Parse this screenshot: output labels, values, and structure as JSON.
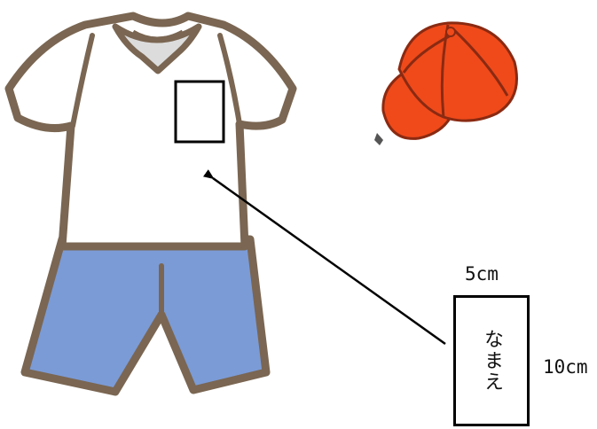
{
  "name_tag": {
    "text": "なまえ",
    "width_label": "5cm",
    "height_label": "10cm"
  },
  "colors": {
    "shirt": "#ffffff",
    "outline": "#7a6652",
    "shorts": "#7b9bd6",
    "cap": "#f04a1a",
    "cap_lines": "#8a2a12",
    "arrow": "#000000"
  }
}
